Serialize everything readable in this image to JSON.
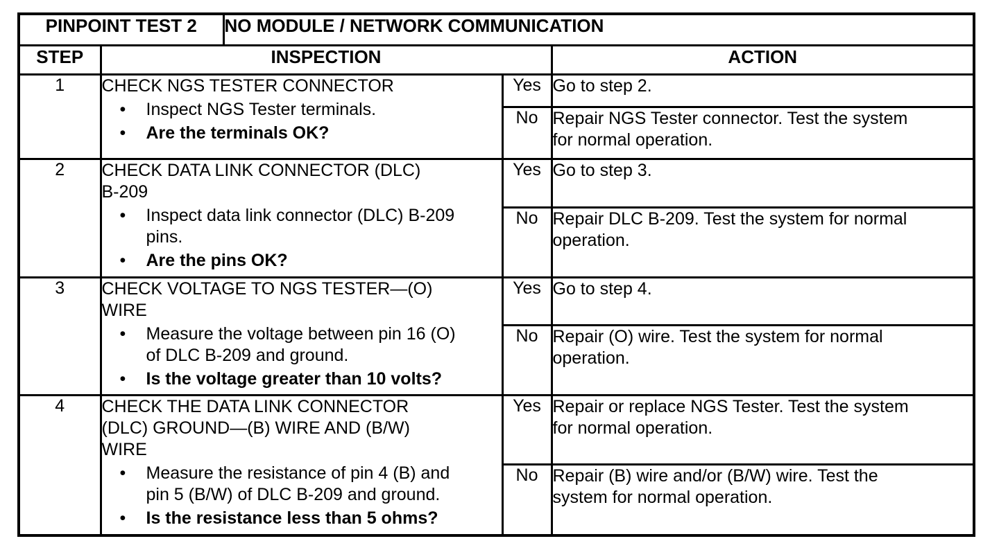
{
  "table": {
    "title": "PINPOINT TEST 2",
    "subtitle": "NO MODULE / NETWORK COMMUNICATION",
    "headers": {
      "step": "STEP",
      "inspection": "INSPECTION",
      "action": "ACTION"
    },
    "yes_label": "Yes",
    "no_label": "No",
    "steps": [
      {
        "step": "1",
        "title": "CHECK NGS TESTER CONNECTOR",
        "bullet": "Inspect NGS Tester terminals.",
        "question": "Are the terminals OK?",
        "yes_action": "Go to step 2.",
        "no_action": "Repair NGS Tester connector. Test the system\nfor normal operation."
      },
      {
        "step": "2",
        "title": "CHECK DATA LINK CONNECTOR (DLC)\nB-209",
        "bullet": "Inspect data link connector (DLC) B-209\npins.",
        "question": "Are the pins OK?",
        "yes_action": "Go to step 3.",
        "no_action": "Repair DLC B-209. Test the system for normal\noperation."
      },
      {
        "step": "3",
        "title": "CHECK VOLTAGE TO NGS TESTER—(O)\nWIRE",
        "bullet": "Measure the voltage between pin 16 (O)\nof DLC B-209 and ground.",
        "question": "Is the voltage greater than 10 volts?",
        "yes_action": "Go to step 4.",
        "no_action": "Repair (O) wire. Test the system for normal\noperation."
      },
      {
        "step": "4",
        "title": "CHECK THE DATA LINK CONNECTOR\n(DLC) GROUND—(B) WIRE AND (B/W)\nWIRE",
        "bullet": "Measure the resistance of pin 4 (B) and\npin 5 (B/W) of DLC B-209 and ground.",
        "question": "Is the resistance less than 5 ohms?",
        "yes_action": "Repair or replace NGS Tester. Test the system\nfor normal operation.",
        "no_action": "Repair (B) wire and/or (B/W) wire. Test the\nsystem for normal operation."
      }
    ],
    "colors": {
      "ink": "#000000",
      "paper": "#ffffff"
    }
  }
}
